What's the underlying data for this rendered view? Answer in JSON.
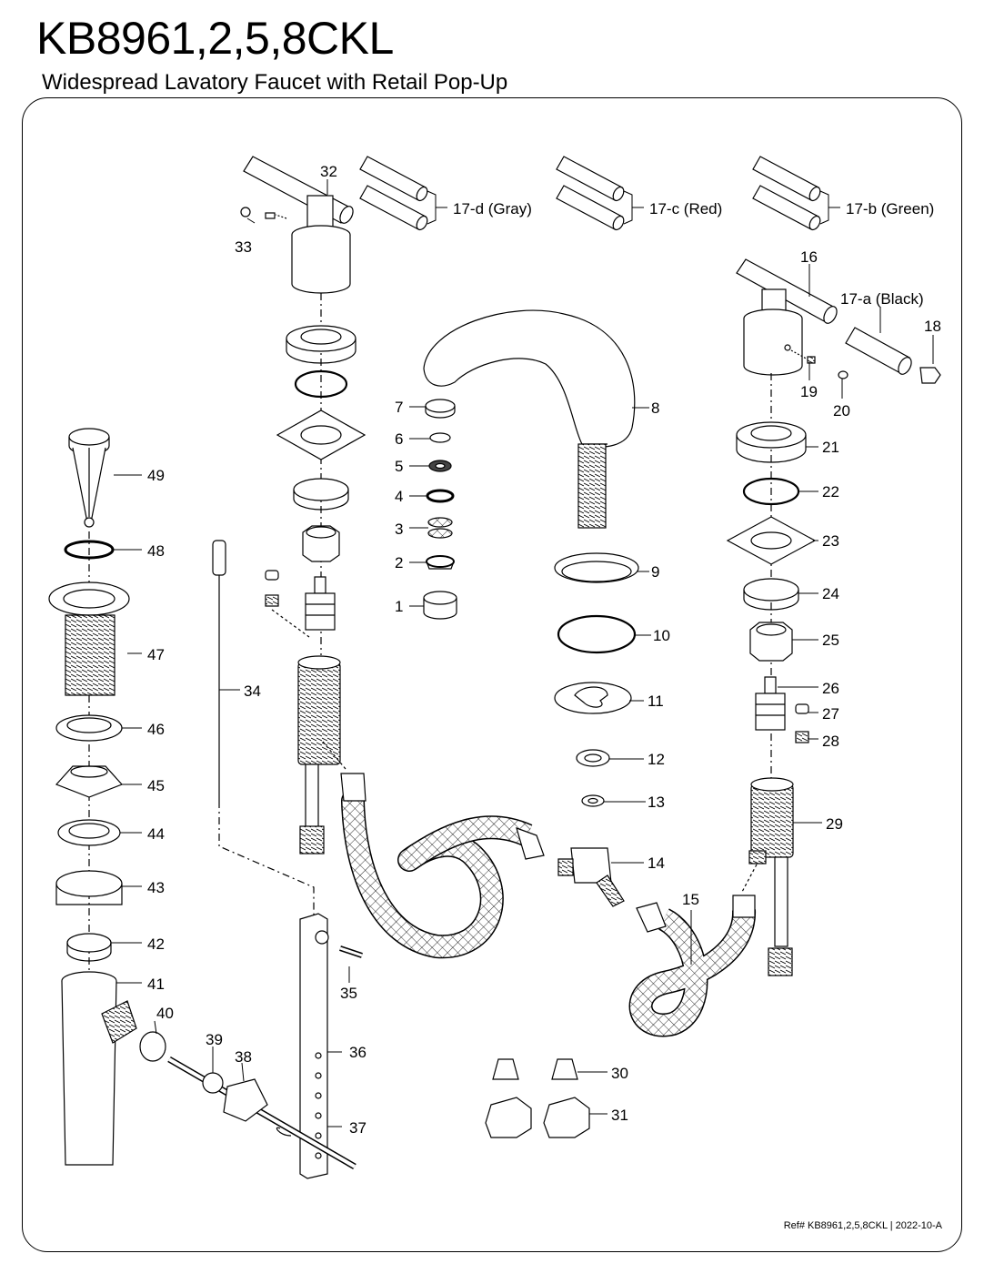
{
  "header": {
    "model": "KB8961,2,5,8CKL",
    "description": "Widespread Lavatory Faucet with Retail Pop-Up"
  },
  "footer": {
    "reference": "Ref# KB8961,2,5,8CKL | 2022-10-A"
  },
  "callouts": {
    "c1": "1",
    "c2": "2",
    "c3": "3",
    "c4": "4",
    "c5": "5",
    "c6": "6",
    "c7": "7",
    "c8": "8",
    "c9": "9",
    "c10": "10",
    "c11": "11",
    "c12": "12",
    "c13": "13",
    "c14": "14",
    "c15": "15",
    "c16": "16",
    "c17a": "17-a (Black)",
    "c17b": "17-b (Green)",
    "c17c": "17-c (Red)",
    "c17d": "17-d (Gray)",
    "c18": "18",
    "c19": "19",
    "c20": "20",
    "c21": "21",
    "c22": "22",
    "c23": "23",
    "c24": "24",
    "c25": "25",
    "c26": "26",
    "c27": "27",
    "c28": "28",
    "c29": "29",
    "c30": "30",
    "c31": "31",
    "c32": "32",
    "c33": "33",
    "c34": "34",
    "c35": "35",
    "c36": "36",
    "c37": "37",
    "c38": "38",
    "c39": "39",
    "c40": "40",
    "c41": "41",
    "c42": "42",
    "c43": "43",
    "c44": "44",
    "c45": "45",
    "c46": "46",
    "c47": "47",
    "c48": "48",
    "c49": "49"
  }
}
